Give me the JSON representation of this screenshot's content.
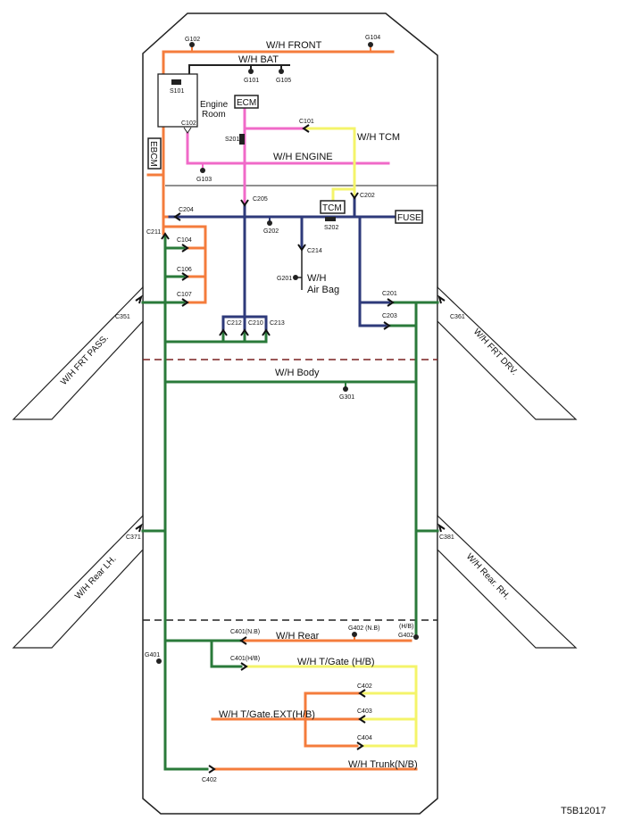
{
  "harnesses": {
    "front": "W/H FRONT",
    "bat": "W/H  BAT",
    "engine": "W/H ENGINE",
    "tcm": "W/H  TCM",
    "airbag_1": "W/H",
    "airbag_2": "Air Bag",
    "body": "W/H Body",
    "rear": "W/H  Rear",
    "tgate": "W/H T/Gate (H/B)",
    "tgate_ext": "W/H T/Gate.EXT(H/B)",
    "trunk": "W/H  Trunk(N/B)",
    "frt_pass": "W/H FRT PASS.",
    "frt_drv": "W/H FRT DRV.",
    "rear_lh": "W/H Rear LH.",
    "rear_rh": "W/H Rear. RH."
  },
  "modules": {
    "ecm": "ECM",
    "tcm": "TCM",
    "fuse": "FUSE",
    "ebcm": "EBCM",
    "engine_room_1": "Engine",
    "engine_room_2": "Room"
  },
  "grounds": {
    "g101": "G101",
    "g102": "G102",
    "g103": "G103",
    "g104": "G104",
    "g105": "G105",
    "g201": "G201",
    "g202": "G202",
    "g301": "G301",
    "g401": "G401",
    "g402nb": "G402 (N.B)",
    "g402hb_1": "(H/B)",
    "g402hb_2": "G402"
  },
  "splices": {
    "s101": "S101",
    "s201": "S201",
    "s202": "S202"
  },
  "connectors": {
    "c101": "C101",
    "c102": "C102",
    "c104": "C104",
    "c106": "C106",
    "c107": "C107",
    "c201": "C201",
    "c202": "C202",
    "c203": "C203",
    "c204": "C204",
    "c205": "C205",
    "c210": "C210",
    "c211": "C211",
    "c212": "C212",
    "c213": "C213",
    "c214": "C214",
    "c351": "C351",
    "c361": "C361",
    "c371": "C371",
    "c381": "C381",
    "c401nb": "C401(N.B)",
    "c401hb": "C401(H/B)",
    "c402a": "C402",
    "c403": "C403",
    "c404": "C404",
    "c402b": "C402"
  },
  "figure_id": "T5B12017"
}
